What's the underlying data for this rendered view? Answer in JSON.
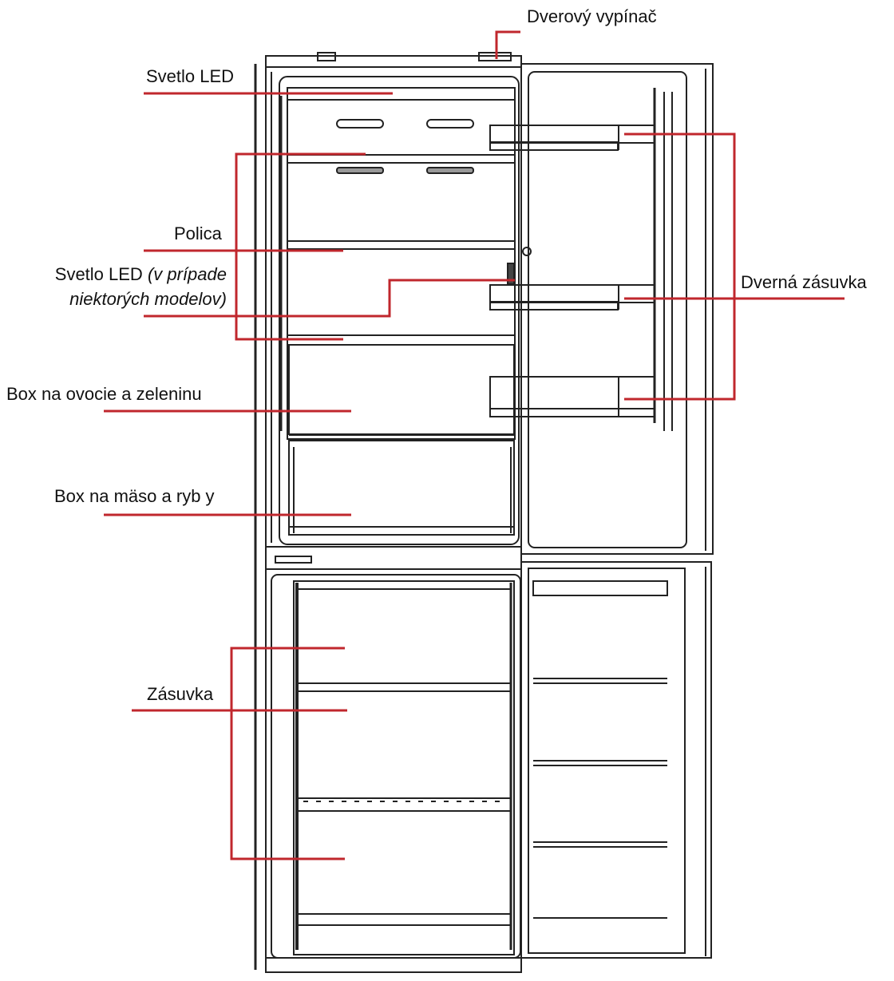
{
  "labels": {
    "door_switch": "Dverový vypínač",
    "led_light_top": "Svetlo LED",
    "shelf": "Polica",
    "led_light_models_main": "Svetlo LED ",
    "led_light_models_note_1": "(v prípade",
    "led_light_models_note_2": "niektorých modelov)",
    "fruit_veg_box": "Box na ovocie a zeleninu",
    "meat_fish_box": "Box na mäso a ryb y",
    "drawer": "Zásuvka",
    "door_bin": "Dverná zásuvka"
  },
  "colors": {
    "leader_line": "#c0272d",
    "outline": "#222222",
    "text": "#111111"
  }
}
